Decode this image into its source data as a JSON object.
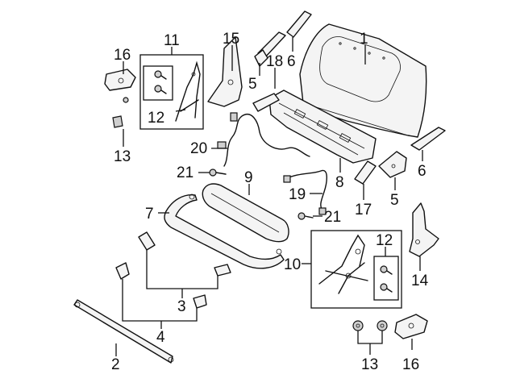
{
  "callouts": {
    "c1": "1",
    "c2": "2",
    "c3": "3",
    "c4": "4",
    "c5a": "5",
    "c5b": "5",
    "c6a": "6",
    "c6b": "6",
    "c7": "7",
    "c8": "8",
    "c9": "9",
    "c10": "10",
    "c11": "11",
    "c12a": "12",
    "c12b": "12",
    "c13a": "13",
    "c13b": "13",
    "c14": "14",
    "c15": "15",
    "c16a": "16",
    "c16b": "16",
    "c17": "17",
    "c18": "18",
    "c19": "19",
    "c20": "20",
    "c21a": "21",
    "c21b": "21"
  }
}
